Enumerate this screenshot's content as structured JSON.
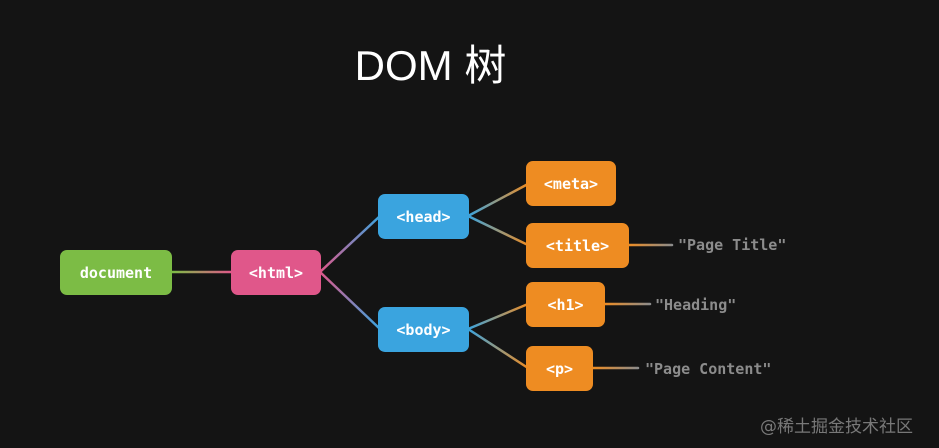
{
  "title": "DOM 树",
  "nodes": {
    "document": "document",
    "html": "<html>",
    "head": "<head>",
    "body": "<body>",
    "meta": "<meta>",
    "title_tag": "<title>",
    "h1": "<h1>",
    "p": "<p>"
  },
  "text_nodes": {
    "page_title": "\"Page Title\"",
    "heading": "\"Heading\"",
    "page_content": "\"Page Content\""
  },
  "watermark": "@稀土掘金技术社区",
  "colors": {
    "background": "#141414",
    "document": "#7cbc45",
    "html": "#e0578a",
    "head_body": "#3aa4df",
    "leaf_elements": "#ee8c22",
    "text_nodes": "#8c8c8c"
  }
}
